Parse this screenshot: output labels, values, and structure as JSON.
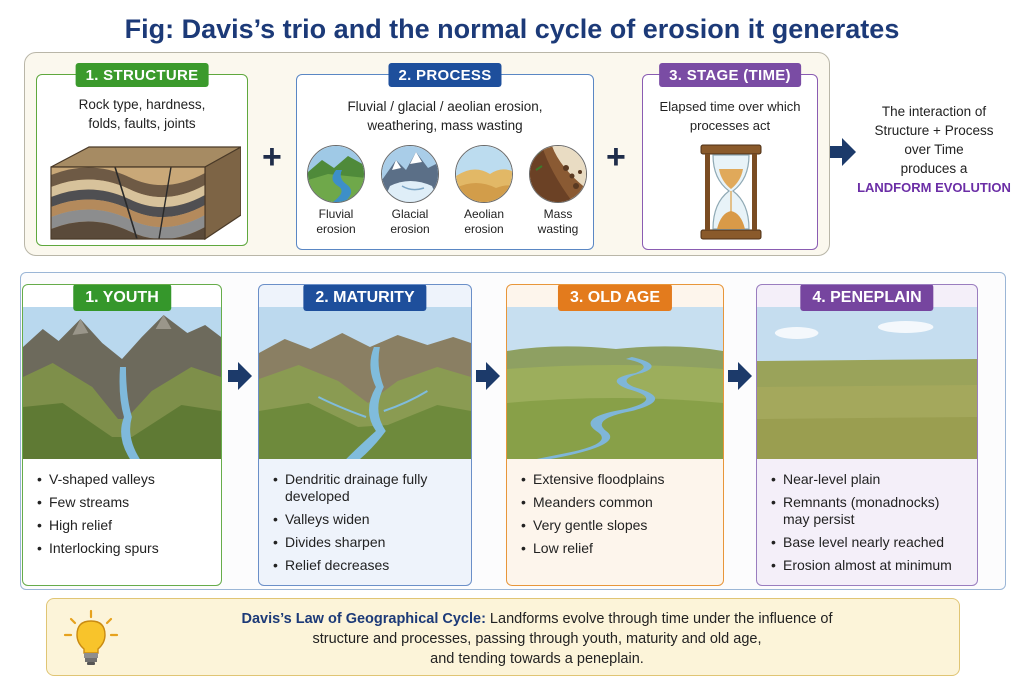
{
  "title": "Fig: Davis’s trio and the normal cycle of erosion it generates",
  "trio": {
    "structure": {
      "title": "1. STRUCTURE",
      "desc_line1": "Rock type, hardness,",
      "desc_line2": "folds, faults, joints"
    },
    "process": {
      "title": "2. PROCESS",
      "desc_line1": "Fluvial / glacial / aeolian erosion,",
      "desc_line2": "weathering, mass wasting",
      "items": [
        {
          "line1": "Fluvial",
          "line2": "erosion"
        },
        {
          "line1": "Glacial",
          "line2": "erosion"
        },
        {
          "line1": "Aeolian",
          "line2": "erosion"
        },
        {
          "line1": "Mass",
          "line2": "wasting"
        }
      ]
    },
    "stage": {
      "title": "3. STAGE (TIME)",
      "desc_line1": "Elapsed time over which",
      "desc_line2": "processes act"
    },
    "plus": "+"
  },
  "interaction": {
    "line1": "The interaction of",
    "line2": "Structure + Process",
    "line3": "over Time",
    "line4": "produces a",
    "highlight": "LANDFORM EVOLUTION"
  },
  "stages": [
    {
      "title": "1. YOUTH",
      "points": [
        "V-shaped valleys",
        "Few streams",
        "High relief",
        "Interlocking spurs"
      ]
    },
    {
      "title": "2. MATURITY",
      "points": [
        "Dendritic drainage fully developed",
        "Valleys widen",
        "Divides sharpen",
        "Relief decreases"
      ]
    },
    {
      "title": "3. OLD AGE",
      "points": [
        "Extensive floodplains",
        "Meanders common",
        "Very gentle slopes",
        "Low relief"
      ]
    },
    {
      "title": "4. PENEPLAIN",
      "points": [
        "Near-level plain",
        "Remnants (monadnocks) may persist",
        "Base level nearly reached",
        "Erosion almost at minimum"
      ]
    }
  ],
  "law": {
    "lead": "Davis’s Law of Geographical Cycle:",
    "text_line1": " Landforms evolve through time under the influence of",
    "text_line2": "structure and processes, passing through youth, maturity and old age,",
    "text_line3": "and tending towards a peneplain."
  },
  "colors": {
    "title": "#1c3a78",
    "structure": "#3b9a2c",
    "process": "#1e4f9c",
    "stage": "#7a4ca4",
    "youth": "#35972b",
    "maturity": "#1e4f9c",
    "old_age": "#e37b1d",
    "peneplain": "#76459f",
    "arrow": "#1c3a6a"
  }
}
